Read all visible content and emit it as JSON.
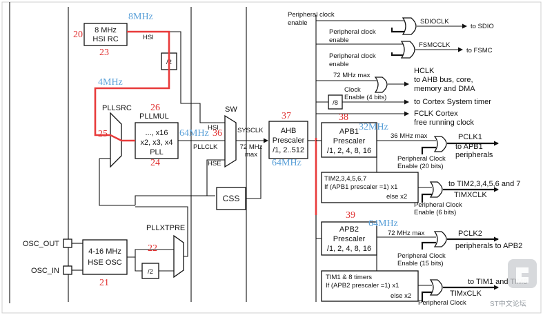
{
  "labels": {
    "hsi_rc": [
      "8 MHz",
      "HSI RC"
    ],
    "hsi_out": "HSI",
    "div2_hsi": "/2",
    "pllsrc": "PLLSRC",
    "pllmul": "PLLMUL",
    "pll_block": [
      "..., x16",
      "x2, x3, x4",
      "PLL"
    ],
    "sw": "SW",
    "hsi_in": "HSI",
    "pllclk": "PLLCLK",
    "hse_in": "HSE",
    "sysclk": "SYSCLK",
    "sysclk_freq": [
      "72 MHz",
      "max"
    ],
    "ahb": [
      "AHB",
      "Prescaler",
      "/1, 2..512"
    ],
    "css": "CSS",
    "osc_out": "OSC_OUT",
    "osc_in": "OSC_IN",
    "hse_osc": [
      "4-16 MHz",
      "HSE OSC"
    ],
    "pllxtpre": "PLLXTPRE",
    "div2_hse": "/2",
    "periph_clk_enable_top": [
      "Peripheral clock",
      "enable"
    ],
    "sdio_enable": [
      "Peripheral clock",
      "enable"
    ],
    "sdioclk": "SDIOCLK",
    "to_sdio": "to SDIO",
    "fsmc_enable": [
      "Peripheral clock",
      "enable"
    ],
    "fsmcclk": "FSMCCLK",
    "to_fsmc": "to FSMC",
    "hclk_max": "72 MHz max",
    "clock_enable": [
      "Clock",
      "Enable (4 bits)"
    ],
    "hclk": [
      "HCLK",
      "to AHB bus, core,",
      "memory and DMA"
    ],
    "div8": "/8",
    "to_systimer": "to Cortex System timer",
    "fclk": [
      "FCLK Cortex",
      "free running clock"
    ],
    "apb1": [
      "APB1",
      "Prescaler",
      "/1, 2, 4, 8, 16"
    ],
    "pclk1_max": "36 MHz max",
    "pclk1": [
      "PCLK1",
      "to APB1",
      "peripherals"
    ],
    "pclk1_enable": [
      "Peripheral Clock",
      "Enable (20 bits)"
    ],
    "tim2_box": [
      "TIM2,3,4,5,6,7",
      "If (APB1 prescaler =1) x1",
      "else  x2"
    ],
    "tim2_out": [
      "to TIM2,3,4,5,6 and 7",
      "TIMXCLK"
    ],
    "tim2_enable": [
      "Peripheral Clock",
      "Enable (6 bits)"
    ],
    "apb2": [
      "APB2",
      "Prescaler",
      "/1, 2, 4, 8, 16"
    ],
    "pclk2_max": "72 MHz max",
    "pclk2": [
      "PCLK2",
      "peripherals to APB2"
    ],
    "pclk2_enable": [
      "Peripheral Clock",
      "Enable (15 bits)"
    ],
    "tim1_box": [
      "TIM1 & 8 timers",
      "If (APB2 prescaler =1) x1",
      "else x2"
    ],
    "tim1_out": [
      "to TIM1 and TIM8",
      "TIMxCLK"
    ],
    "tim1_enable": "Peripheral Clock"
  },
  "annotations": {
    "n20": "20",
    "n23": "23",
    "n26": "26",
    "n25": "25",
    "n24": "24",
    "n36": "36",
    "n37": "37",
    "n38": "38",
    "n39": "39",
    "n22": "22",
    "n21": "21",
    "f_hsi": "8MHz",
    "f_half": "4MHz",
    "f_pll": "64MHz",
    "f_ahb": "64MHz",
    "f_apb1": "32MHz",
    "f_apb2": "64MHz"
  },
  "watermark": "ST中文论坛",
  "colors": {
    "highlight": "#e83a3a",
    "annotation_red": "#e03030",
    "annotation_blue": "#5aa0d8"
  }
}
